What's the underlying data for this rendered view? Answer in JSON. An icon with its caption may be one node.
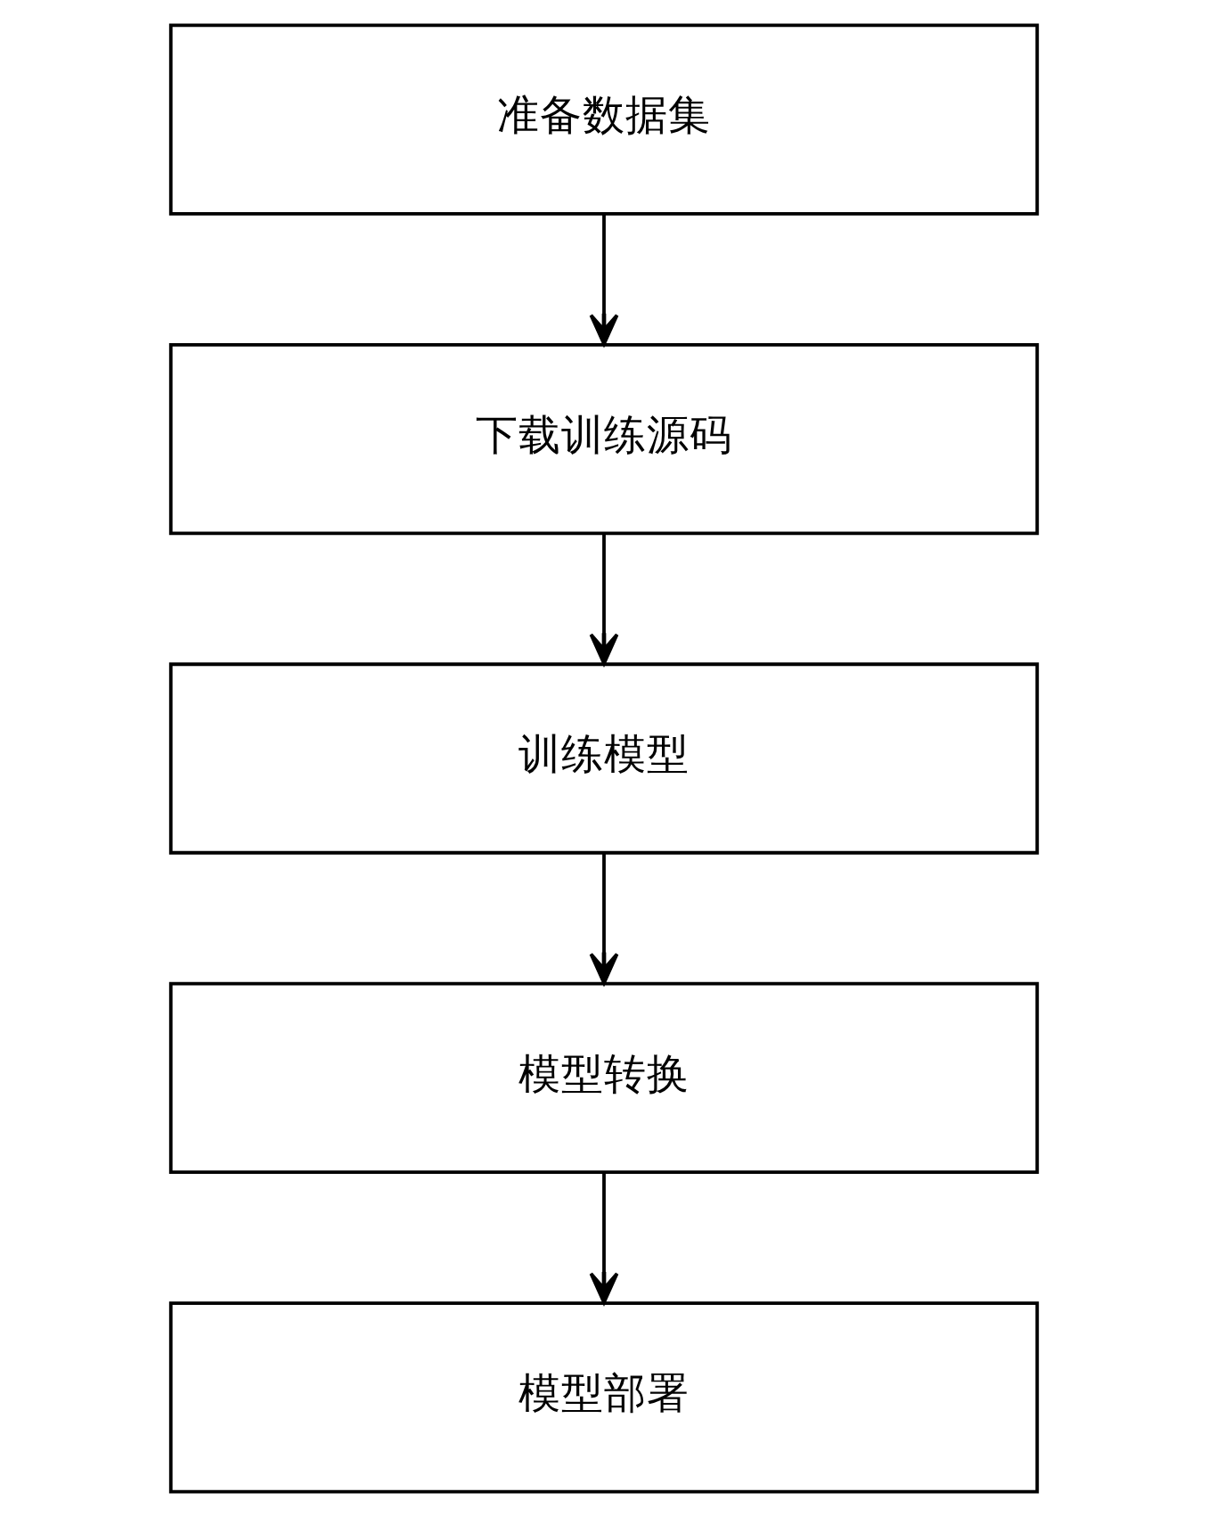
{
  "diagram": {
    "nodes": [
      {
        "text": [
          "准备数据集"
        ]
      },
      {
        "text": [
          "下载训练源码"
        ]
      },
      {
        "text": [
          "训练模型"
        ]
      },
      {
        "text": [
          "模型转换"
        ]
      },
      {
        "text": [
          "模型部署"
        ]
      }
    ],
    "edges": [
      {
        "from": 0,
        "to": 1,
        "arrow": "to"
      },
      {
        "from": 1,
        "to": 2,
        "arrow": "to"
      },
      {
        "from": 2,
        "to": 3,
        "arrow": "to"
      },
      {
        "from": 3,
        "to": 4,
        "arrow": "to"
      }
    ]
  }
}
